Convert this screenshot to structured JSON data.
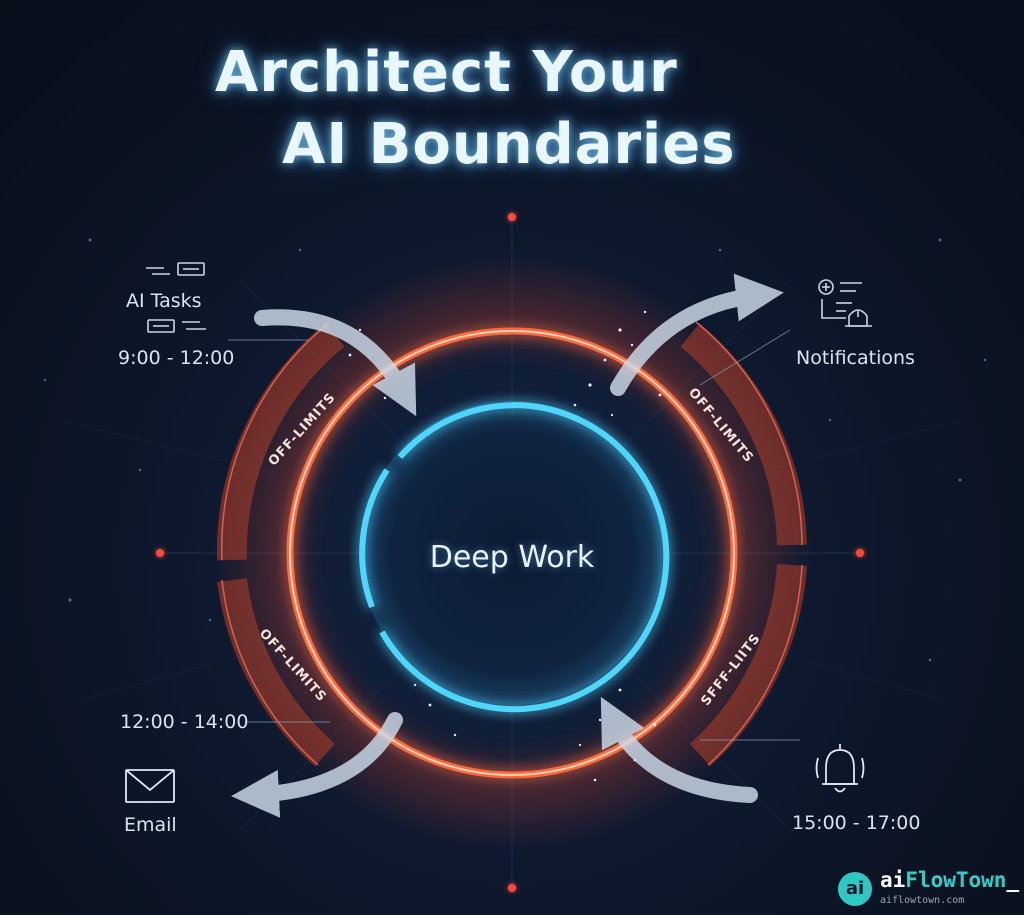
{
  "title": {
    "line1": "Architect Your",
    "line2": "AI Boundaries"
  },
  "center": {
    "label": "Deep Work"
  },
  "ring_labels": [
    "OFF-LIMITS",
    "OFF-LIMITS",
    "OFF-LIMITS",
    "SFFF-LIITS"
  ],
  "nodes": {
    "ai_tasks": {
      "label": "AI Tasks",
      "time": "9:00 - 12:00",
      "icon": "task-list-icon"
    },
    "notifications": {
      "label": "Notifications",
      "icon": "notification-alert-icon"
    },
    "email": {
      "label": "Email",
      "time": "12:00 - 14:00",
      "icon": "envelope-icon"
    },
    "bell": {
      "time": "15:00 - 17:00",
      "icon": "bell-icon"
    }
  },
  "brand": {
    "logo": "ai",
    "name_part1": "ai",
    "name_part2": "FlowTown",
    "name_part3": "_",
    "url": "aiflowtown.com"
  },
  "colors": {
    "background": "#0c1426",
    "outer_ring": "#ff6a3d",
    "inner_ring": "#4fd6ff",
    "arrow": "#c8d6e4",
    "accent": "#2fd0c8"
  }
}
